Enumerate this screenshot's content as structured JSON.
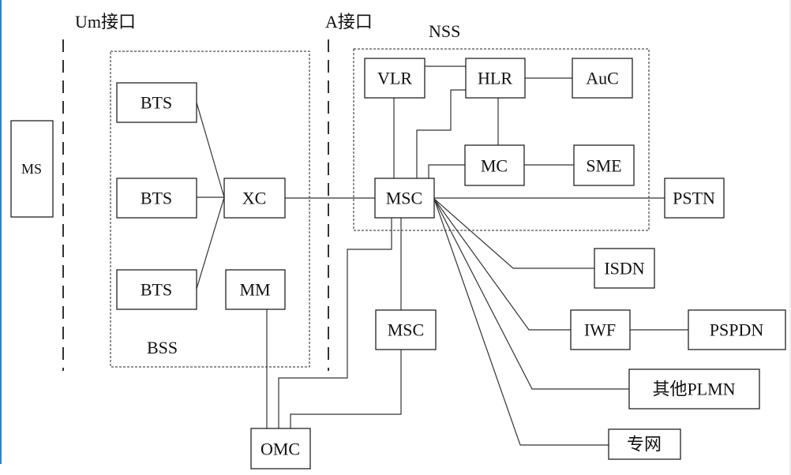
{
  "title": "GSM network architecture",
  "interfaces": [
    {
      "id": "um",
      "label": "Um接口"
    },
    {
      "id": "a",
      "label": "A接口"
    }
  ],
  "groups": [
    {
      "id": "bss",
      "label": "BSS"
    },
    {
      "id": "nss",
      "label": "NSS"
    }
  ],
  "nodes": [
    {
      "id": "ms",
      "label": "MS"
    },
    {
      "id": "bts1",
      "label": "BTS"
    },
    {
      "id": "bts2",
      "label": "BTS"
    },
    {
      "id": "bts3",
      "label": "BTS"
    },
    {
      "id": "xc",
      "label": "XC"
    },
    {
      "id": "mm",
      "label": "MM"
    },
    {
      "id": "vlr",
      "label": "VLR"
    },
    {
      "id": "hlr",
      "label": "HLR"
    },
    {
      "id": "auc",
      "label": "AuC"
    },
    {
      "id": "mc",
      "label": "MC"
    },
    {
      "id": "sme",
      "label": "SME"
    },
    {
      "id": "msc1",
      "label": "MSC"
    },
    {
      "id": "pstn",
      "label": "PSTN"
    },
    {
      "id": "isdn",
      "label": "ISDN"
    },
    {
      "id": "iwf",
      "label": "IWF"
    },
    {
      "id": "pspdn",
      "label": "PSPDN"
    },
    {
      "id": "plmn",
      "label": "其他PLMN"
    },
    {
      "id": "private",
      "label": "专网"
    },
    {
      "id": "msc2",
      "label": "MSC"
    },
    {
      "id": "omc",
      "label": "OMC"
    }
  ],
  "edges": [
    {
      "from": "bts1",
      "to": "xc"
    },
    {
      "from": "bts2",
      "to": "xc"
    },
    {
      "from": "bts3",
      "to": "xc"
    },
    {
      "from": "xc",
      "to": "msc1"
    },
    {
      "from": "vlr",
      "to": "hlr"
    },
    {
      "from": "hlr",
      "to": "auc"
    },
    {
      "from": "hlr",
      "to": "mc"
    },
    {
      "from": "mc",
      "to": "sme"
    },
    {
      "from": "vlr",
      "to": "msc1"
    },
    {
      "from": "hlr",
      "to": "msc1"
    },
    {
      "from": "mc",
      "to": "msc1"
    },
    {
      "from": "msc1",
      "to": "pstn"
    },
    {
      "from": "msc1",
      "to": "isdn"
    },
    {
      "from": "msc1",
      "to": "iwf"
    },
    {
      "from": "iwf",
      "to": "pspdn"
    },
    {
      "from": "msc1",
      "to": "plmn"
    },
    {
      "from": "msc1",
      "to": "private"
    },
    {
      "from": "msc1",
      "to": "msc2"
    },
    {
      "from": "msc1",
      "to": "omc"
    },
    {
      "from": "mm",
      "to": "omc"
    },
    {
      "from": "msc2",
      "to": "omc"
    }
  ]
}
